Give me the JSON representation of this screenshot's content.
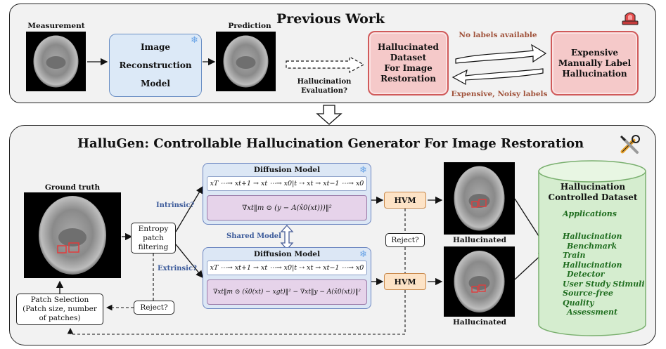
{
  "top": {
    "title": "Previous Work",
    "measurement_label": "Measurement",
    "prediction_label": "Prediction",
    "recon_lines": [
      "Image",
      "Reconstruction",
      "Model"
    ],
    "eval_label_lines": [
      "Hallucination",
      "Evaluation?"
    ],
    "dataset_lines": [
      "Hallucinated",
      "Dataset",
      "For Image",
      "Restoration"
    ],
    "expensive_lines": [
      "Expensive",
      "Manually Label",
      "Hallucination"
    ],
    "no_labels": "No labels available",
    "noisy_labels": "Expensive, Noisy labels"
  },
  "bottom": {
    "title": "HalluGen: Controllable Hallucination Generator For Image Restoration",
    "ground_truth_label": "Ground truth",
    "entropy_lines": [
      "Entropy",
      "patch",
      "filtering"
    ],
    "patch_lines": [
      "Patch Selection",
      "(Patch size, number",
      "of patches)"
    ],
    "reject_left": "Reject?",
    "reject_mid": "Reject?",
    "intrinsic": "Intrinsic?",
    "extrinsic": "Extrinsic?",
    "shared_model": "Shared Model",
    "diffusion_title_1": "Diffusion Model",
    "diffusion_title_2": "Diffusion Model",
    "seq_1": "xT ⋯→ xt+1 → xt ⋯→ x0|t ⇢ xt → xt−1 ⋯→ x0",
    "seq_2": "xT ⋯→ xt+1 → xt ⋯→ x0|t ⇢ xt → xt−1 ⋯→ x0",
    "eq_1": "∇xt‖m ⊙ (y − A(x̂0(xt)))‖²",
    "eq_2": "∇xt‖m ⊙ (x̂0(xt) − xgt)‖² − ∇xt‖y − A(x̂0(xt))‖²",
    "hvm_1": "HVM",
    "hvm_2": "HVM",
    "hallucinated_1": "Hallucinated",
    "hallucinated_2": "Hallucinated",
    "dataset_title_lines": [
      "Hallucination",
      "Controlled Dataset"
    ],
    "applications": "Applications",
    "app_items": [
      "Hallucination",
      "Benchmark",
      "Train Hallucination",
      "Detector",
      "User Study Stimuli",
      "Source-free Quality",
      "Assessment"
    ]
  },
  "colors": {
    "panel_bg": "#f2f2f2",
    "recon_fill": "#dce9f7",
    "red_fill": "#f5c9c9",
    "red_border": "#d05a5a",
    "diff_fill": "#dce7f5",
    "eq_fill": "#e6d3ea",
    "hvm_fill": "#fde3c6",
    "cyl_fill": "#d5edcf",
    "green_text": "#1f6d1f",
    "blue_text": "#3b5a9a",
    "brown_text": "#a0523a"
  },
  "icons": [
    "snowflake-icon",
    "siren-icon",
    "tools-icon"
  ]
}
